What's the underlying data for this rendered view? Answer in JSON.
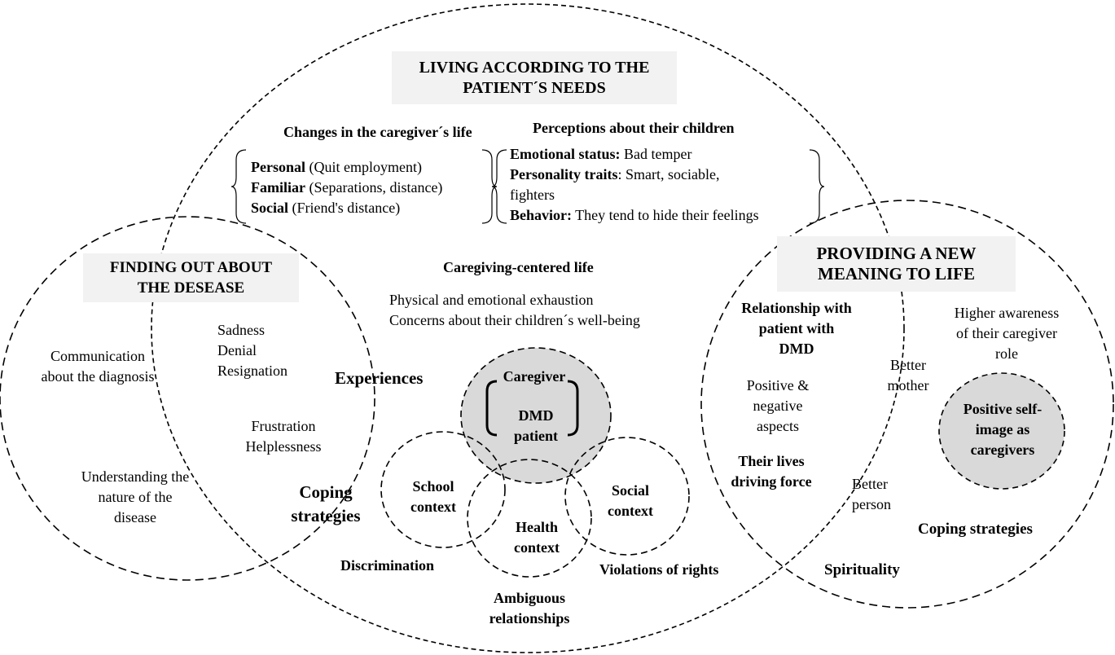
{
  "colors": {
    "highlight_box": "#f2f2f2",
    "circle_fill": "#d9d9d9",
    "stroke": "#000000"
  },
  "living": {
    "title": "LIVING ACCORDING TO THE PATIENT´S NEEDS",
    "changes_heading": "Changes in the caregiver´s life",
    "changes": [
      {
        "label": "Personal",
        "detail": " (Quit employment)"
      },
      {
        "label": "Familiar",
        "detail": " (Separations, distance)"
      },
      {
        "label": "Social",
        "detail": " (Friend's distance)"
      }
    ],
    "perceptions_heading": "Perceptions about their children",
    "perceptions": {
      "emotional_label": "Emotional status:",
      "emotional_value": " Bad temper",
      "personality_label": "Personality traits",
      "personality_value": ":  Smart, sociable,",
      "personality_value_2": "fighters",
      "behavior_label": "Behavior:",
      "behavior_value": " They tend to hide their feelings"
    },
    "caregiving_heading": "Caregiving-centered life",
    "caregiving_items": [
      "Physical and emotional exhaustion",
      "Concerns about their children´s well-being"
    ],
    "experiences": "Experiences",
    "coping_line1": "Coping",
    "coping_line2": "strategies",
    "caregiver": "Caregiver",
    "dmd_line1": "DMD",
    "dmd_line2": "patient",
    "school_line1": "School",
    "school_line2": "context",
    "health_line1": "Health",
    "health_line2": "context",
    "social_line1": "Social",
    "social_line2": "context",
    "discrimination": "Discrimination",
    "ambiguous_line1": "Ambiguous",
    "ambiguous_line2": "relationships",
    "violations": "Violations of rights"
  },
  "finding": {
    "title": "FINDING OUT ABOUT THE DESEASE",
    "communication_line1": "Communication",
    "communication_line2": "about the diagnosis",
    "understanding_line1": "Understanding  the",
    "understanding_line2": "nature of the",
    "understanding_line3": "disease",
    "emotions_1": [
      "Sadness",
      "Denial",
      "Resignation"
    ],
    "emotions_2": [
      "Frustration",
      "Helplessness"
    ]
  },
  "providing": {
    "title": "PROVIDING A NEW MEANING TO LIFE",
    "relationship_line1": "Relationship with",
    "relationship_line2": "patient with",
    "relationship_line3": "DMD",
    "positive_line1": "Positive &",
    "positive_line2": "negative",
    "positive_line3": "aspects",
    "lives_line1": "Their lives",
    "lives_line2": "driving  force",
    "awareness_line1": "Higher awareness",
    "awareness_line2": "of their caregiver",
    "awareness_line3": "role",
    "mother_line1": "Better",
    "mother_line2": "mother",
    "person_line1": "Better",
    "person_line2": "person",
    "self_image_line1": "Positive self-",
    "self_image_line2": "image as",
    "self_image_line3": "caregivers",
    "coping": "Coping strategies",
    "spirituality": "Spirituality"
  }
}
